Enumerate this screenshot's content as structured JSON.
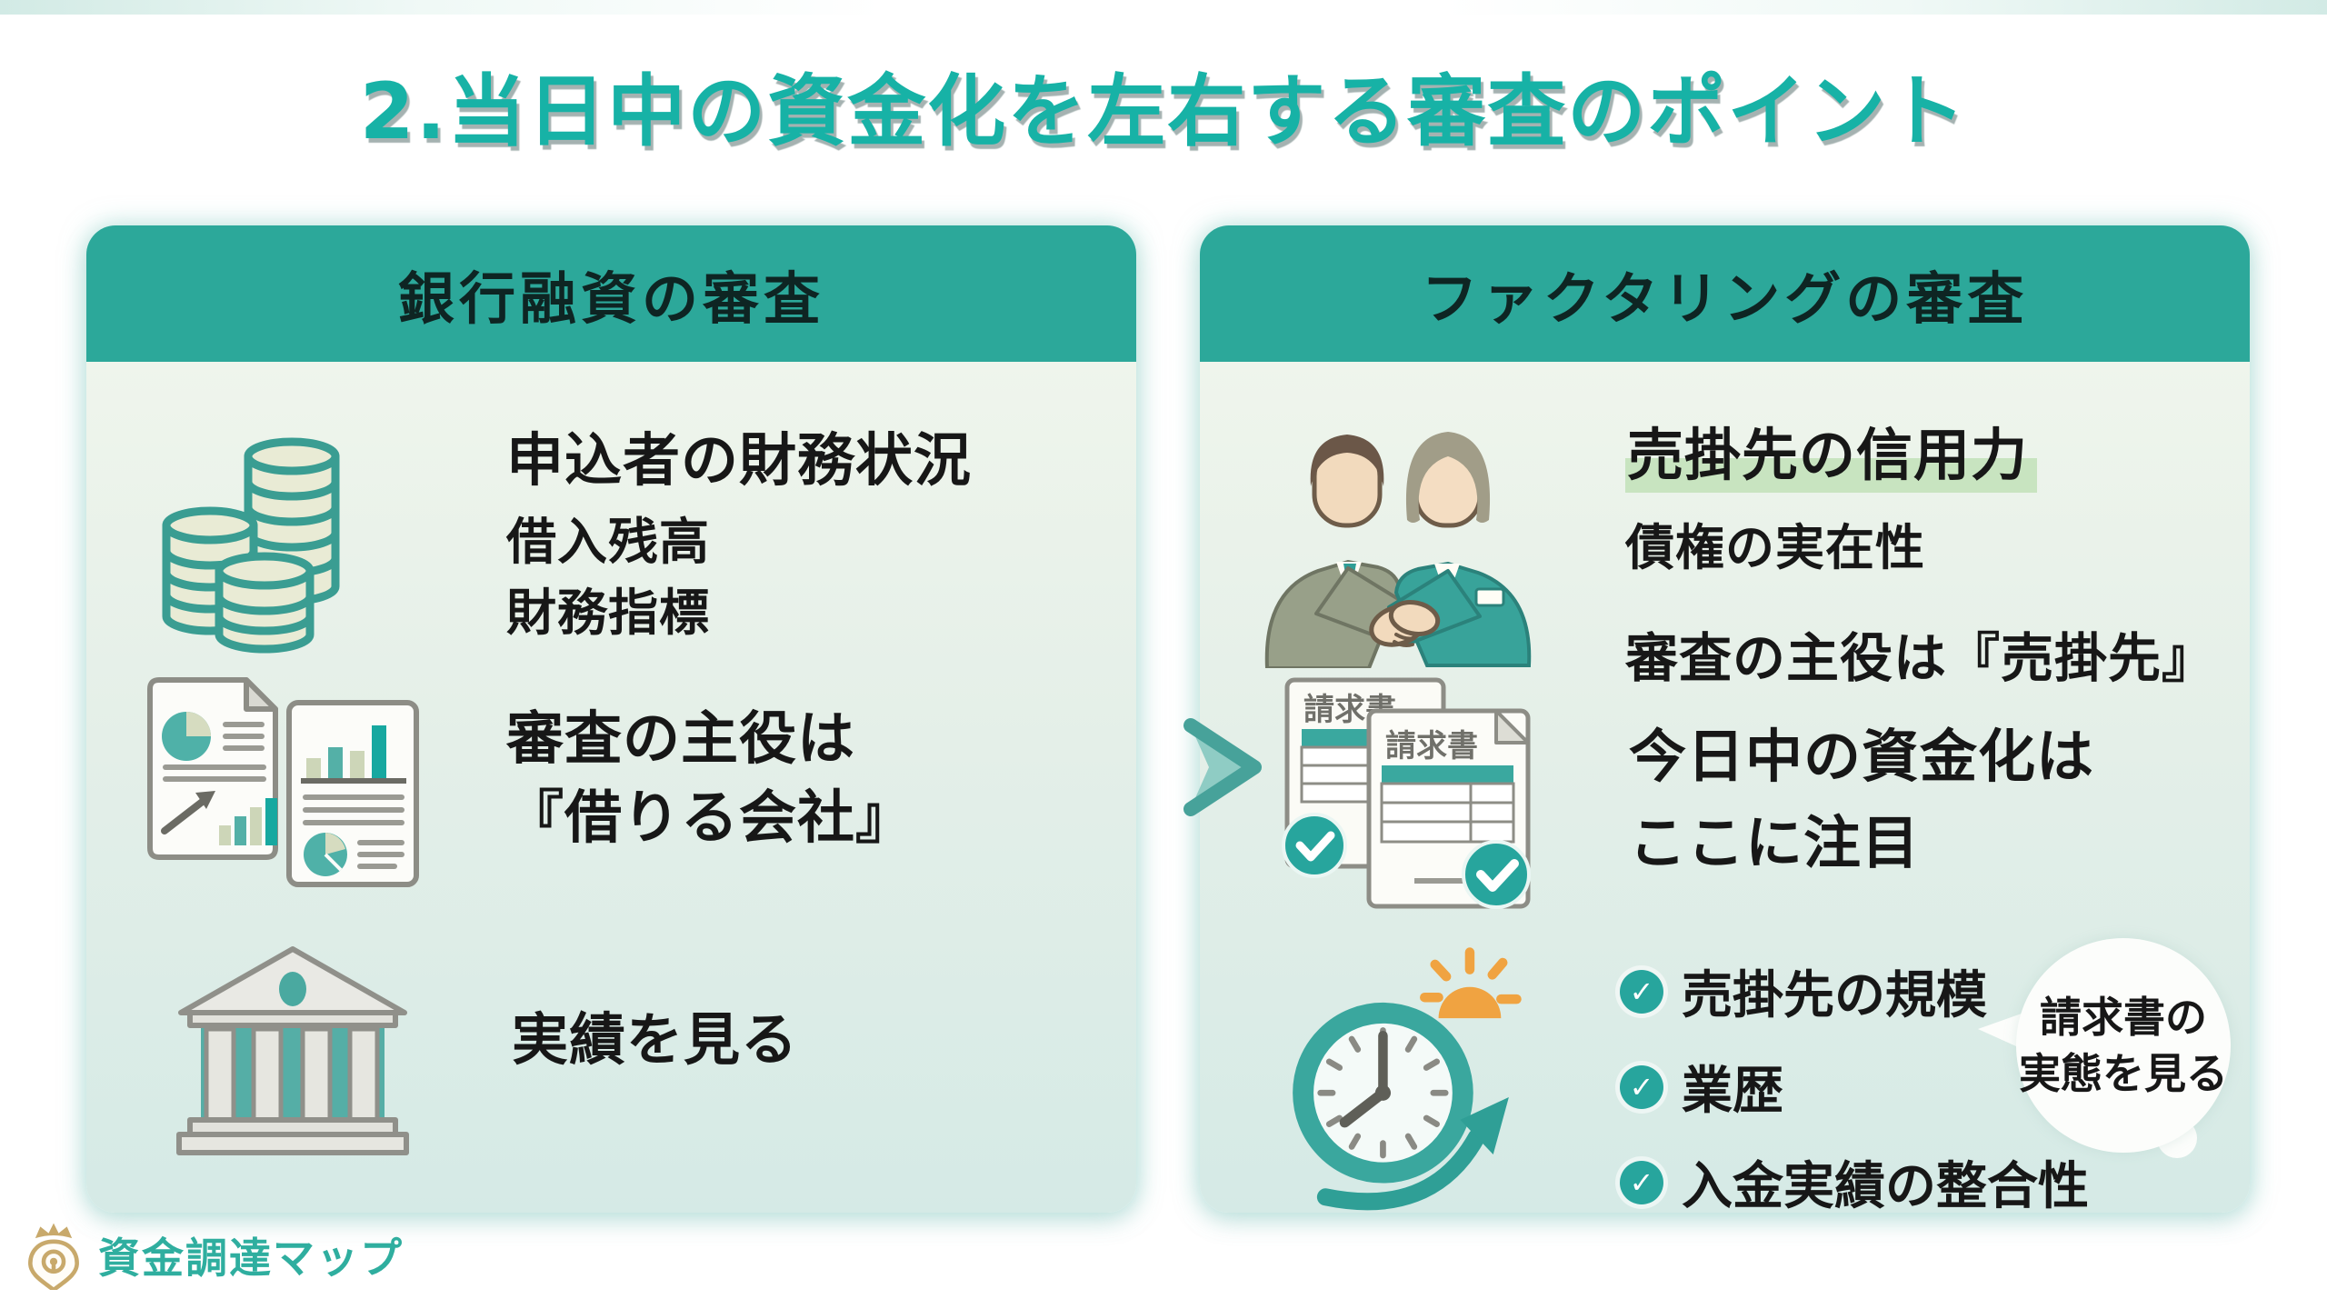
{
  "title": "2.当日中の資金化を左右する審査のポイント",
  "left_panel": {
    "header": "銀行融資の審査",
    "finance_title": "申込者の財務状況",
    "finance_line1": "借入残高",
    "finance_line2": "財務指標",
    "subject_line1": "審査の主役は",
    "subject_line2": "『借りる会社』",
    "track_record": "実績を見る"
  },
  "right_panel": {
    "header": "ファクタリングの審査",
    "credit_title": "売掛先の信用力",
    "credit_line1": "債権の実在性",
    "credit_line2": "審査の主役は『売掛先』",
    "focus_line1": "今日中の資金化は",
    "focus_line2": "ここに注目",
    "invoice_label": "請求書",
    "checklist": [
      "売掛先の規模",
      "業歴",
      "入金実績の整合性"
    ],
    "bubble_line1": "請求書の",
    "bubble_line2": "実態を見る"
  },
  "footer": {
    "logo_text": "資金調達マップ"
  },
  "colors": {
    "title_teal": "#17b2a6",
    "header_teal": "#2ca89a",
    "check_teal": "#27a59d",
    "sun_orange": "#f0a341",
    "highlight_green": "#c8e4c0"
  }
}
